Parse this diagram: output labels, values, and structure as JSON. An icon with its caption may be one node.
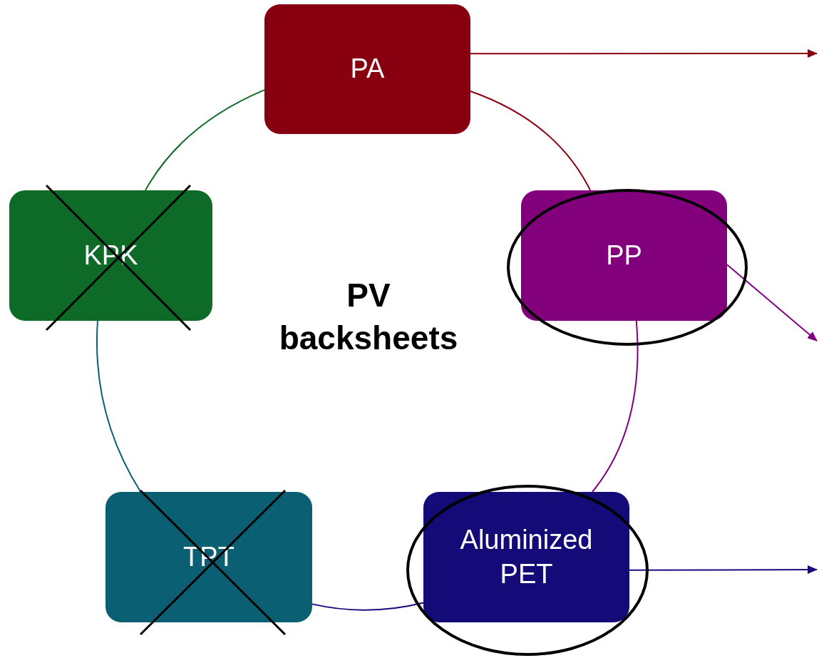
{
  "diagram": {
    "nodes": [
      {
        "text": [
          "PA"
        ]
      },
      {
        "text": [
          "PP"
        ]
      },
      {
        "text": [
          "Aluminized PET"
        ]
      },
      {
        "text": [
          "TPT"
        ]
      },
      {
        "text": [
          "KPK"
        ]
      }
    ],
    "edges": [
      {
        "from": 0,
        "to": 1,
        "arrow": "none",
        "color": "#8b0010"
      },
      {
        "from": 1,
        "to": 2,
        "arrow": "none",
        "color": "#800080"
      },
      {
        "from": 2,
        "to": 3,
        "arrow": "none",
        "color": "#1a0a80"
      },
      {
        "from": 3,
        "to": 4,
        "arrow": "none",
        "color": "#0b5f73"
      },
      {
        "from": 4,
        "to": 0,
        "arrow": "none",
        "color": "#0d6a27"
      },
      {
        "from": 0,
        "to": null,
        "arrow": "to",
        "color": "#8b0010"
      },
      {
        "from": 1,
        "to": null,
        "arrow": "to",
        "color": "#800080"
      },
      {
        "from": 2,
        "to": null,
        "arrow": "to",
        "color": "#1a0a80"
      }
    ],
    "labels": [
      "PV backsheets"
    ]
  }
}
